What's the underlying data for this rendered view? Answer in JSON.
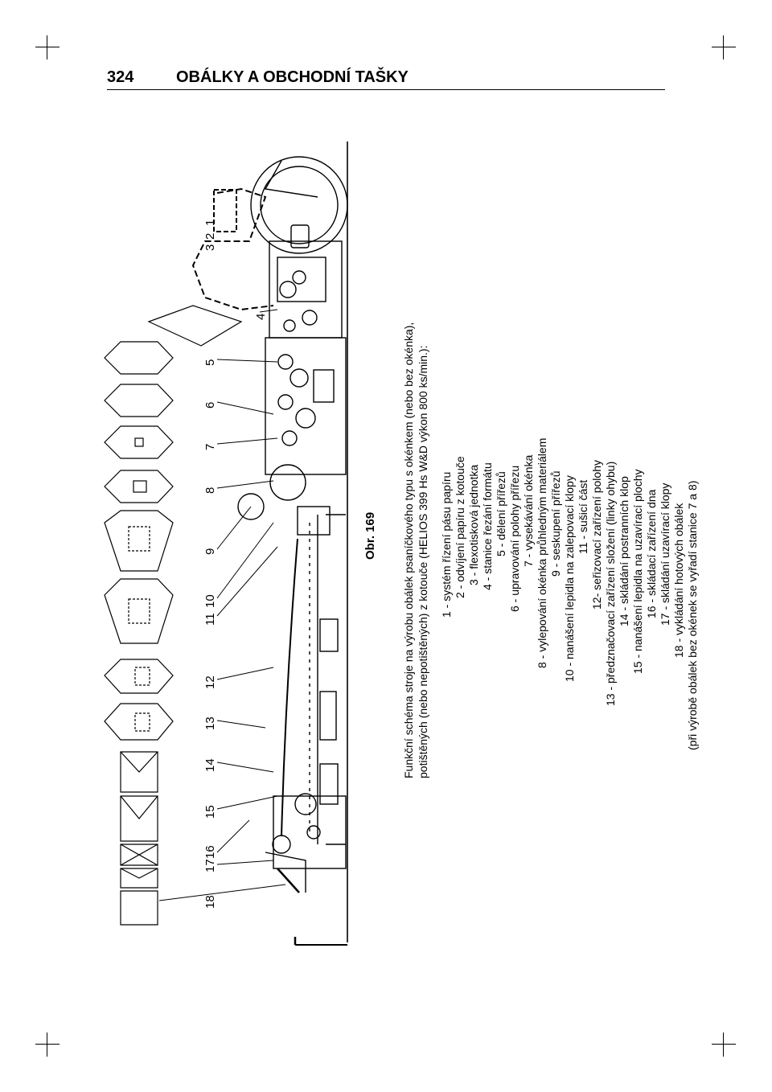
{
  "header": {
    "page_number": "324",
    "title": "OBÁLKY A OBCHODNÍ TAŠKY"
  },
  "figure": {
    "label": "Obr. 169",
    "caption_lines": [
      "Funkční schéma stroje na výrobu obálek psaníčkového typu s okénkem (nebo bez okénka),",
      "potištěných (nebo nepotištěných) z kotouče (HELIOS 399 Hs W&D výkon 800 ks/min.):"
    ],
    "station_numbers": [
      "18",
      "17",
      "16",
      "15",
      "14",
      "13",
      "12",
      "11",
      "10",
      "9",
      "8",
      "7",
      "6",
      "5",
      "4",
      "3",
      "2",
      "1"
    ],
    "legend": [
      "1 - systém řízení pásu papíru",
      "2 - odvíjení papíru z kotouče",
      "3 - flexotisková jednotka",
      "4 - stanice řezání formátu",
      "5 - dělení přířezů",
      "6 - upravování polohy přířezu",
      "7 - vysekávání okénka",
      "8 - vylepování okénka průhledným materiálem",
      "9 - seskupení přířezů",
      "10 - nanášení lepidla na zalepovací klopy",
      "11 - sušicí část",
      "12- seřizovací zařízení polohy",
      "13 - předznačovací zařízení složení (linky ohybu)",
      "14 - skládání postranních klop",
      "15 - nanášení lepidla na uzavírací plochy",
      "16 - skládací zařízení dna",
      "17 - skládání uzavírací klopy",
      "18 - vykládání hotových obálek",
      "(při výrobě obálek bez okének se vyřadí stanice 7 a 8)"
    ]
  }
}
